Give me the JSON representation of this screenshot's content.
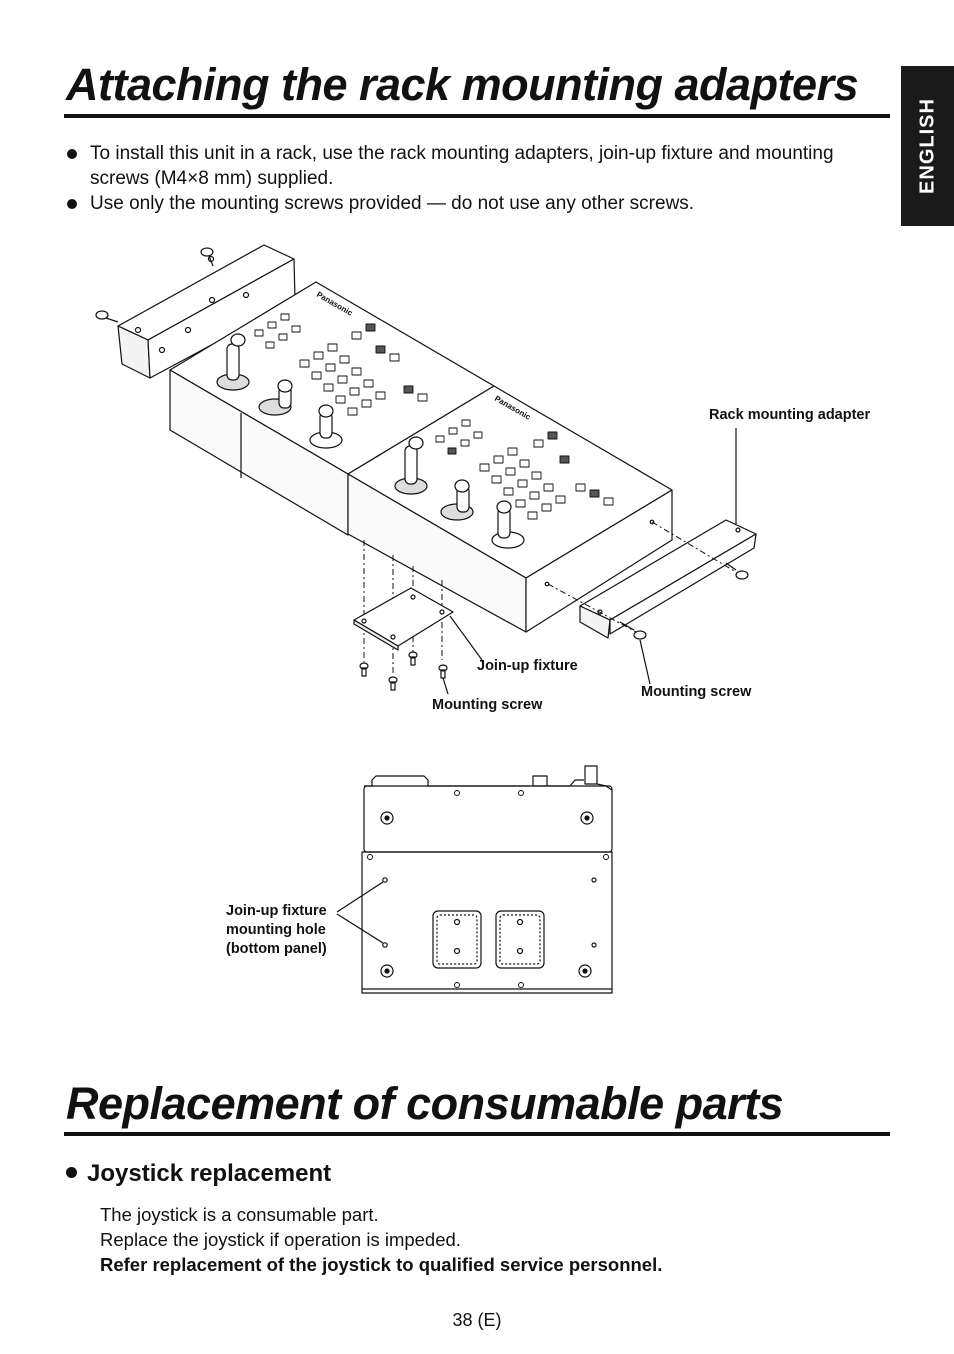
{
  "sections": {
    "rack": {
      "title": "Attaching the rack mounting adapters",
      "bullets": [
        "To install this unit in a rack, use the rack mounting adapters, join-up fixture and mounting screws (M4×8 mm) supplied.",
        "Use only the mounting screws provided — do not use any other screws."
      ]
    },
    "consumables": {
      "title": "Replacement of consumable parts",
      "subheading": "Joystick replacement",
      "paragraphs": [
        "The joystick is a consumable part.",
        "Replace the joystick if operation is impeded."
      ],
      "warning": "Refer replacement of the joystick to qualified service personnel."
    }
  },
  "language_tab": "ENGLISH",
  "diagram": {
    "labels": {
      "rack_adapter": "Rack mounting adapter",
      "joinup_fixture": "Join-up fixture",
      "mounting_screw_left": "Mounting screw",
      "mounting_screw_right": "Mounting screw",
      "bottom_hole_line1": "Join-up fixture",
      "bottom_hole_line2": "mounting hole",
      "bottom_hole_line3": "(bottom panel)"
    },
    "brand_text": "Panasonic"
  },
  "page_number": "38 (E)"
}
